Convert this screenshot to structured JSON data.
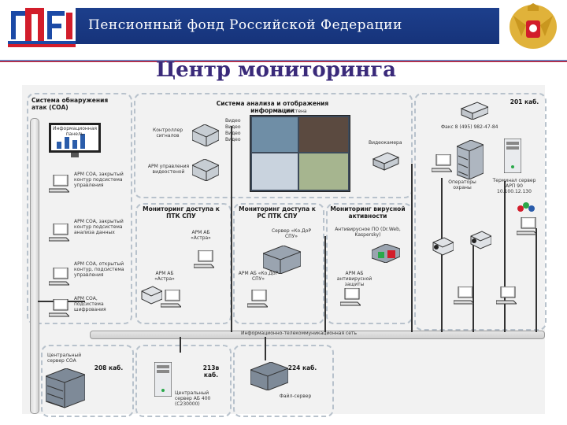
{
  "header": {
    "banner_text": "Пенсионный фонд Российской Федерации",
    "colors": {
      "banner": "#1d3f8c",
      "flag_white": "#ffffff",
      "flag_blue": "#1c4aa6",
      "flag_red": "#d21d2b",
      "logo_red": "#d21d2b",
      "logo_blue": "#1c4aa6"
    }
  },
  "title": "Центр мониторинга",
  "diagram": {
    "soa_box": {
      "title": "Система обнаружения атак (СОА)",
      "panel_label": "Информационная панель",
      "items": [
        "АРМ СОА, закрытый контур подсистема управления",
        "АРМ СОА, закрытый контур подсистема анализа данных",
        "АРМ СОА, открытый контур, подсистема управления",
        "АРМ СОА, подсистема шифрования"
      ]
    },
    "analysis_box": {
      "title": "Система анализа и отображения информации",
      "controller": "Контроллер сигналов",
      "arm": "АРМ управления видеостеной",
      "video_wall": "Видеостена",
      "video_camera": "Видеокамера",
      "signals": [
        "Видео",
        "Видео",
        "Видео",
        "Видео"
      ]
    },
    "room_201": {
      "label": "201 каб.",
      "fax": "Факс 8 (495) 982-47-84",
      "operators": "Операторы охраны",
      "server": "Терминал сервер АРП 90 10.100.12.130"
    },
    "ptk_box": {
      "title": "Мониторинг доступа к ПТК СПУ",
      "arm": "АРМ АБ «Астра»",
      "arm2": "АРМ АБ «Астра»"
    },
    "rs_box": {
      "title": "Мониторинг доступа к РС ПТК СПУ",
      "server": "Сервер «Ко.ДоР СПУ»",
      "arm": "АРМ АБ «Ко.ДоР СПУ»"
    },
    "virus_box": {
      "title": "Мониторинг вирусной активности",
      "software": "Антивирусное ПО (Dr.Web, Kaspersky)",
      "arm": "АРМ АБ антивирусной защиты"
    },
    "network_label": "Информационно-телекоммуникационная сеть",
    "room_208": {
      "label": "208 каб.",
      "servers": "Центральный сервер СОА"
    },
    "room_213": {
      "label": "213в каб.",
      "server": "Центральный сервер АБ 400 (С230000)"
    },
    "room_224": {
      "label": "224 каб.",
      "server": "Файл-сервер"
    }
  }
}
